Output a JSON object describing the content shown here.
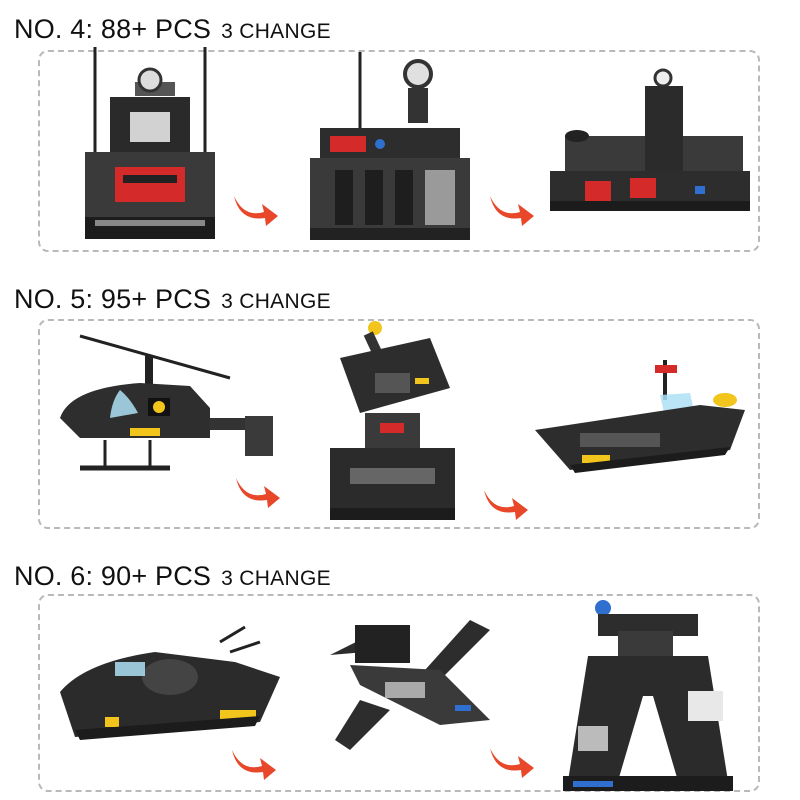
{
  "sections": [
    {
      "number_label": "NO. 4: 88+ PCS",
      "change_label": "3 CHANGE",
      "models": [
        "command-tower-icon",
        "radar-base-icon",
        "bridge-station-icon"
      ]
    },
    {
      "number_label": "NO. 5: 95+ PCS",
      "change_label": "3 CHANGE",
      "models": [
        "helicopter-icon",
        "turret-icon",
        "speedboat-icon"
      ]
    },
    {
      "number_label": "NO. 6: 90+ PCS",
      "change_label": "3 CHANGE",
      "models": [
        "jet-boat-icon",
        "jet-fighter-icon",
        "walker-tower-icon"
      ]
    }
  ],
  "colors": {
    "arrow": "#e8472a",
    "brick_dark": "#3a3a3a",
    "brick_black": "#1c1c1c",
    "accent_red": "#d42a2a",
    "accent_blue": "#2f6fd0",
    "accent_yellow": "#f2c51c",
    "panel_border": "#b9b9b9"
  }
}
